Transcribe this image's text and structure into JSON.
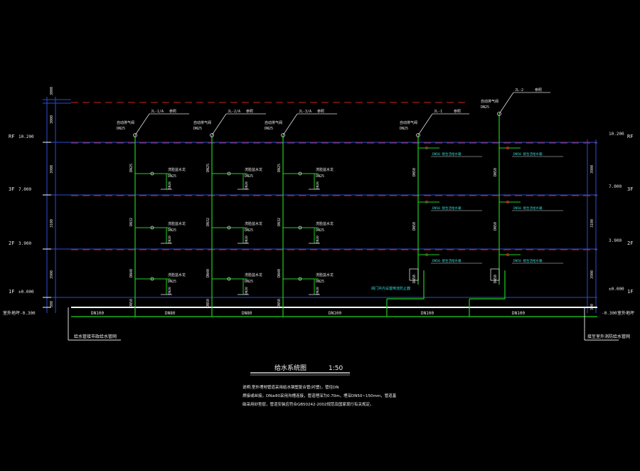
{
  "drawing": {
    "title": "给水系统图",
    "scale": "1:50",
    "note_lines": [
      "说明:室外埋地管道采用给水钢塑复合管(衬塑)，管径DN",
      "焊接或丝接，DN≥80采用沟槽连接，管道埋深为0.70m，埋深DN50~150mm，管道基",
      "础采用砂垫层，管道安装应符合GB50242-2002规范及国家现行有关规定。"
    ],
    "left_callout": "给水管接市政给水管网",
    "right_callout": "接至室外消防给水管网",
    "cyan_label": "阀门井内设置倒流防止器",
    "colors": {
      "riser": "#1fcf1f",
      "floor_line_red": "#cc2222",
      "floor_line_blue": "#2c4bd6",
      "main_white": "#ffffff",
      "text": "#e6e6e6",
      "cyan": "#30d8d8"
    }
  },
  "levels": [
    {
      "name": "RF",
      "elev": "10.200"
    },
    {
      "name": "3F",
      "elev": "7.000"
    },
    {
      "name": "2F",
      "elev": "3.900"
    },
    {
      "name": "1F",
      "elev": "±0.000"
    }
  ],
  "outdoor": {
    "label": "室外地坪",
    "elev": "-0.300"
  },
  "dims": {
    "left": [
      "3000",
      "3900",
      "3100",
      "3900",
      "300"
    ],
    "right": [
      "3900",
      "3100",
      "3900",
      "300"
    ]
  },
  "risers": [
    {
      "tag": "JL-1/A",
      "note": "参照",
      "vent": "自动排气阀",
      "top_dn": "DN25"
    },
    {
      "tag": "JL-2/A",
      "note": "参照",
      "vent": "自动排气阀",
      "top_dn": "DN25"
    },
    {
      "tag": "JL-3/A",
      "note": "参照",
      "vent": "自动排气阀",
      "top_dn": "DN25"
    },
    {
      "tag": "JL-1",
      "note": "参照",
      "vent": "自动排气阀",
      "top_dn": "DN25"
    },
    {
      "tag": "JL-2",
      "note": "参照",
      "vent": "自动排气阀",
      "top_dn": "DN25"
    }
  ],
  "riser_dn": [
    "DN25",
    "DN32",
    "DN40",
    "DN50"
  ],
  "branch": {
    "label": "洗脸盆水龙",
    "dn": "DN25",
    "dn2": "DN20"
  },
  "right_branch_labels": [
    "DN50 接生活给水箱",
    "DN50 接生活给水箱"
  ],
  "main_dn": [
    "DN100",
    "DN80",
    "DN80",
    "DN100",
    "DN100",
    "DN100"
  ]
}
